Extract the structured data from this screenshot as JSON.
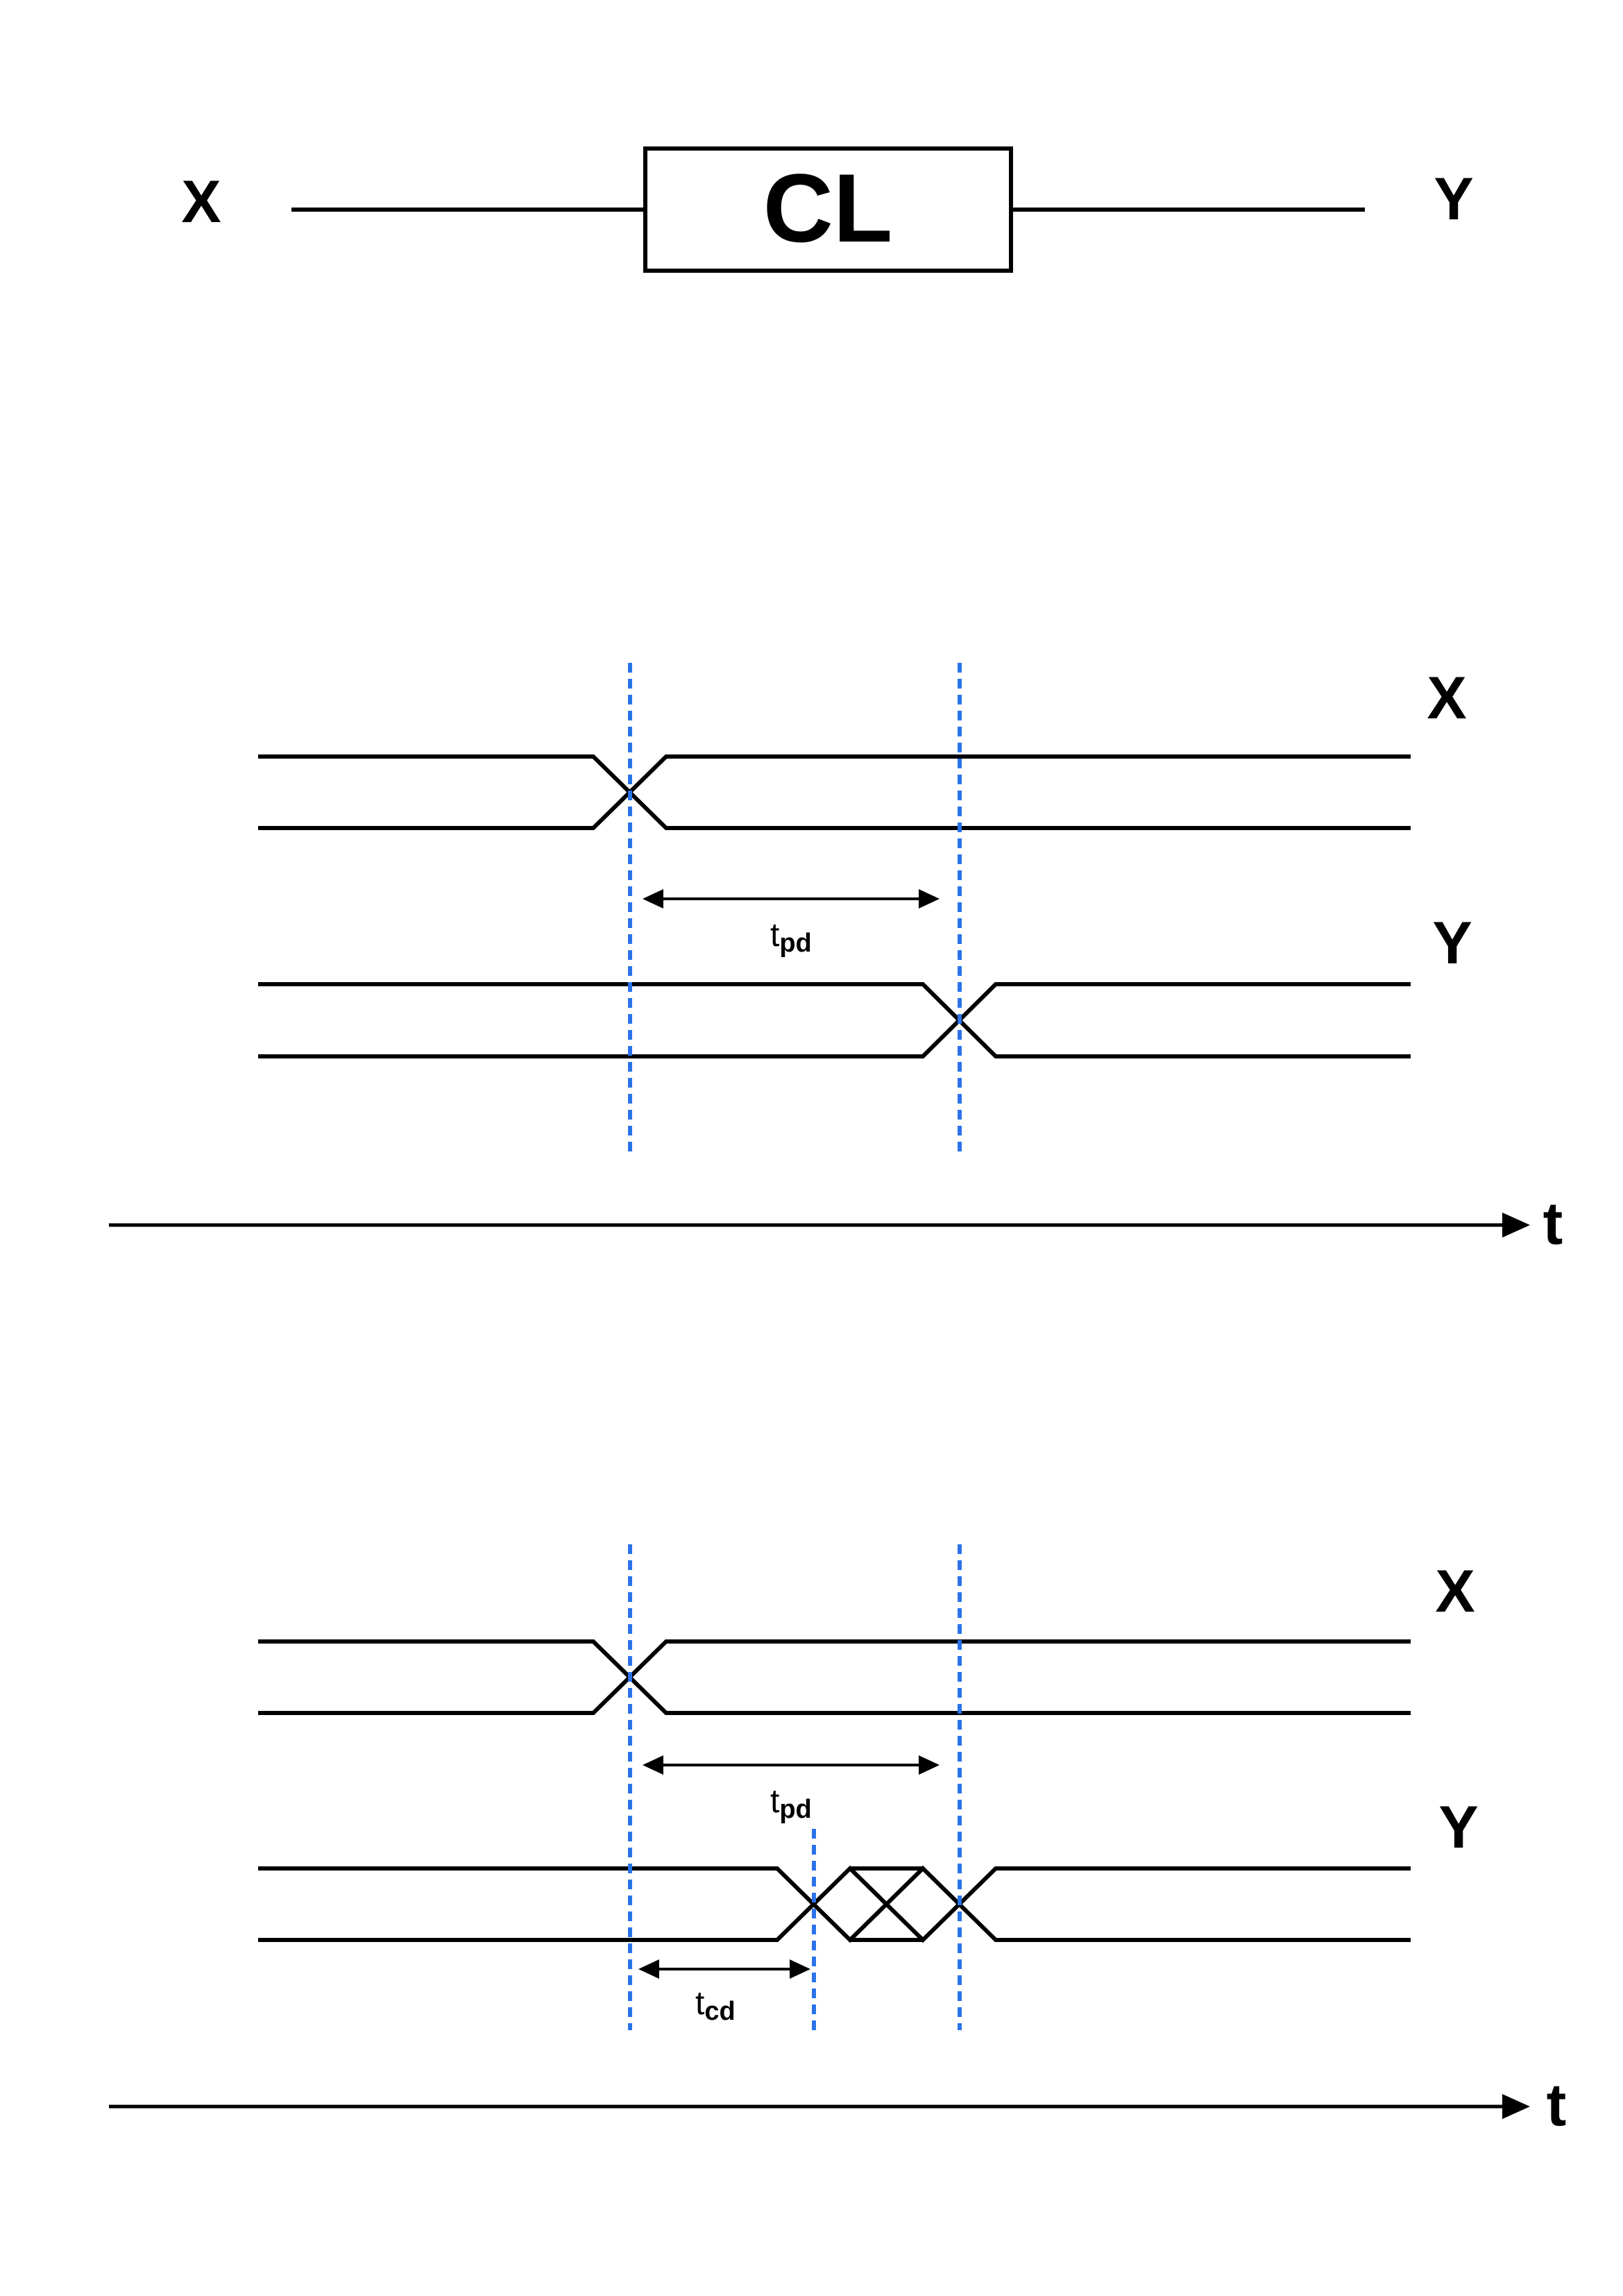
{
  "block": {
    "input_label": "X",
    "box_label": "CL",
    "output_label": "Y"
  },
  "timing_1": {
    "signal_x_label": "X",
    "signal_y_label": "Y",
    "tpd": {
      "symbol": "t",
      "subscript": "pd"
    },
    "axis_label": "t"
  },
  "timing_2": {
    "signal_x_label": "X",
    "signal_y_label": "Y",
    "tpd": {
      "symbol": "t",
      "subscript": "pd"
    },
    "tcd": {
      "symbol": "t",
      "subscript": "cd"
    },
    "axis_label": "t"
  },
  "colors": {
    "guide_line": "#2a73e8",
    "stroke": "#000000"
  }
}
